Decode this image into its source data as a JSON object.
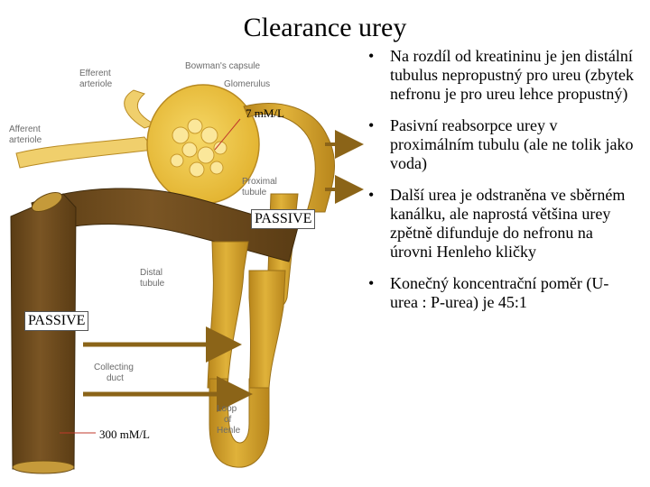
{
  "title": "Clearance urey",
  "diagram": {
    "labels": {
      "efferent": [
        "Efferent",
        "arteriole"
      ],
      "bowman": "Bowman's capsule",
      "glomerulus": "Glomerulus",
      "afferent": [
        "Afferent",
        "arteriole"
      ],
      "proximal": [
        "Proximal",
        "tubule"
      ],
      "distal": [
        "Distal",
        "tubule"
      ],
      "collecting": [
        "Collecting",
        "duct"
      ],
      "loop": [
        "Loop",
        "of",
        "Henle"
      ]
    },
    "values": {
      "glomerulus_conc": "7 mM/L",
      "duct_conc": "300 mM/L"
    },
    "passive_boxes": [
      "PASSIVE",
      "PASSIVE"
    ],
    "colors": {
      "tubule_light": "#d8a52a",
      "tubule_dark": "#6b4a1d",
      "arrow": "#8b6418",
      "capsule": "#f0c840"
    }
  },
  "bullets": [
    "Na rozdíl od kreatininu je jen distální tubulus nepropustný pro ureu (zbytek nefronu je pro ureu lehce propustný)",
    "Pasivní reabsorpce urey v proximálním tubulu (ale ne tolik jako voda)",
    "Další urea je odstraněna ve sběrném kanálku, ale naprostá většina urey zpětně difunduje do nefronu na úrovni Henleho kličky",
    "Konečný koncentrační poměr (U-urea : P-urea) je 45:1"
  ]
}
